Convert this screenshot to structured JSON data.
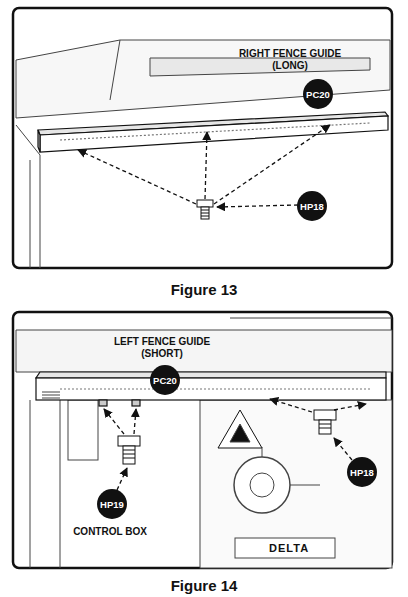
{
  "diagram": {
    "nodes": [
      {
        "text": [
          "PC20"
        ]
      },
      {
        "text": [
          "HP18"
        ]
      },
      {
        "text": [
          "PC20"
        ]
      },
      {
        "text": [
          "HP19"
        ]
      },
      {
        "text": [
          "HP18"
        ]
      }
    ],
    "labels": [
      "RIGHT FENCE GUIDE (LONG)",
      "Figure 13",
      "LEFT FENCE GUIDE (SHORT)",
      "CONTROL BOX",
      "DELTA",
      "Figure 14"
    ]
  }
}
